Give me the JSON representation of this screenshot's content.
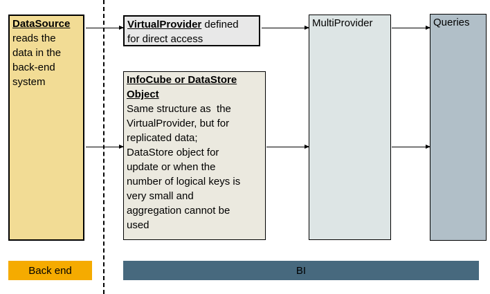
{
  "boxes": {
    "datasource": {
      "heading": "DataSource",
      "body": "reads the\ndata in the\nback-end\nsystem"
    },
    "virtualprovider": {
      "heading": "VirtualProvider",
      "body": " defined\nfor direct access"
    },
    "infocube": {
      "heading": "InfoCube or DataStore\nObject",
      "body": "Same structure as  the\nVirtualProvider, but for\nreplicated data;\nDataStore object for\nupdate or when the\nnumber of logical keys is\nvery small and\naggregation cannot be\nused"
    },
    "multiprovider": {
      "label": "MultiProvider"
    },
    "queries": {
      "label": "Queries"
    }
  },
  "zones": {
    "backend": {
      "label": "Back end"
    },
    "bi": {
      "label": "BI"
    }
  },
  "colors": {
    "datasource_fill": "#F2DC95",
    "virtualprovider_fill": "#E8E8E8",
    "infocube_fill": "#EBE9DF",
    "multiprovider_fill": "#DDE5E5",
    "queries_fill": "#B1BFC8",
    "backend_fill": "#F5AB00",
    "bi_fill": "#47697E",
    "line_color": "#000000",
    "text_color": "#000000"
  }
}
